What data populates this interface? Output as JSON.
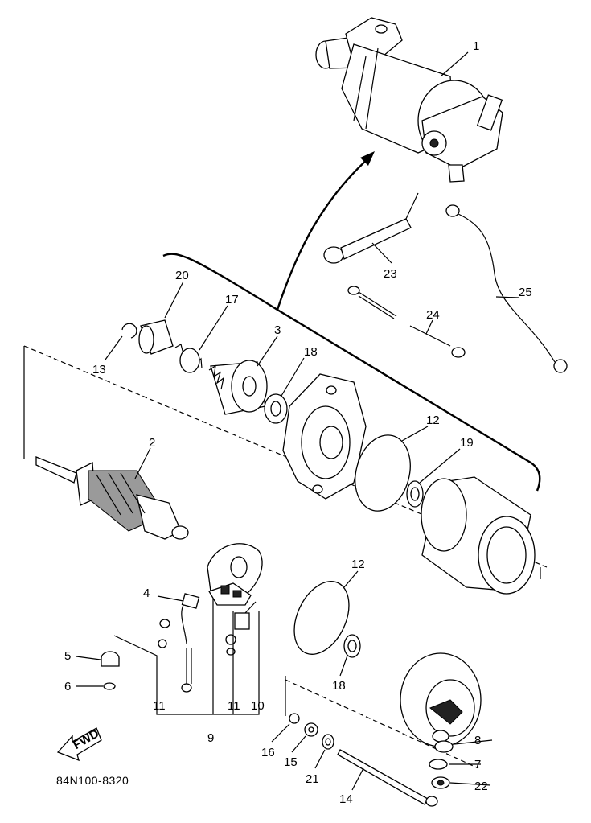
{
  "diagram_code": "84N100-8320",
  "fwd_label": "FWD",
  "callouts": {
    "c1": "1",
    "c2": "2",
    "c3": "3",
    "c4": "4",
    "c5": "5",
    "c6": "6",
    "c7": "7",
    "c8": "8",
    "c9": "9",
    "c10": "10",
    "c11a": "11",
    "c11b": "11",
    "c12a": "12",
    "c12b": "12",
    "c13": "13",
    "c14": "14",
    "c15": "15",
    "c16": "16",
    "c17": "17",
    "c18a": "18",
    "c18b": "18",
    "c19": "19",
    "c20": "20",
    "c21": "21",
    "c22": "22",
    "c23": "23",
    "c24": "24",
    "c25": "25"
  }
}
